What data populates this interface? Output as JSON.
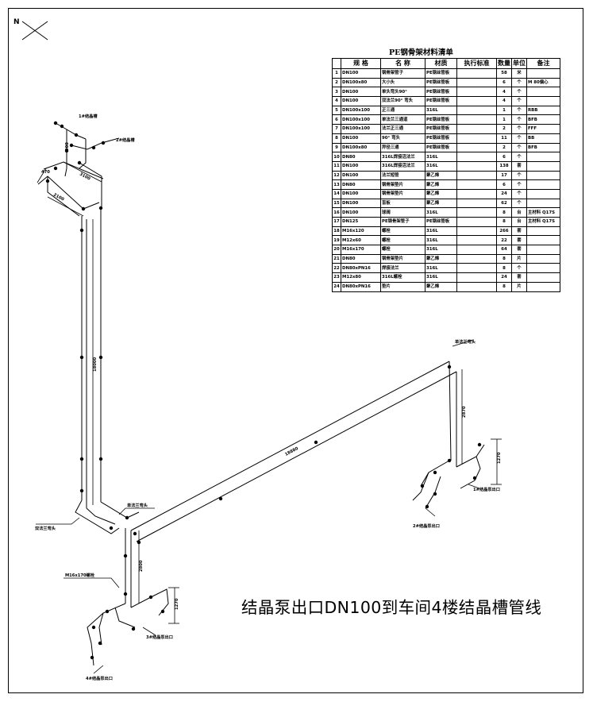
{
  "drawing_title": "结晶泵出口DN100到车间4楼结晶槽管线",
  "north_label": "N",
  "bom": {
    "title": "PE钢骨架材料清单",
    "headers": [
      "",
      "规  格",
      "名  称",
      "材质",
      "执行标准",
      "数量",
      "单位",
      "备注"
    ],
    "rows": [
      [
        "1",
        "DN100",
        "钢骨架管子",
        "PE钢丝管板",
        "",
        "58",
        "米",
        ""
      ],
      [
        "2",
        "DN100x80",
        "大小头",
        "PE钢丝管板",
        "",
        "6",
        "个",
        "M 80偏心"
      ],
      [
        "3",
        "DN100",
        "单头弯头90°",
        "PE钢丝管板",
        "",
        "4",
        "个",
        ""
      ],
      [
        "4",
        "DN100",
        "双法兰90° 弯头",
        "PE钢丝管板",
        "",
        "4",
        "个",
        ""
      ],
      [
        "5",
        "DN100x100",
        "正三通",
        "316L",
        "",
        "1",
        "个",
        "RBB"
      ],
      [
        "6",
        "DN100x100",
        "单法兰三通道",
        "PE钢丝管板",
        "",
        "1",
        "个",
        "BFB"
      ],
      [
        "7",
        "DN100x100",
        "法兰正三通",
        "PE钢丝管板",
        "",
        "2",
        "个",
        "FFF"
      ],
      [
        "8",
        "DN100",
        "90° 弯头",
        "PE钢丝管板",
        "",
        "11",
        "个",
        "BB"
      ],
      [
        "9",
        "DN100x80",
        "异径三通",
        "PE钢丝管板",
        "",
        "2",
        "个",
        "BFB"
      ],
      [
        "10",
        "DN80",
        "316L焊接活法兰",
        "316L",
        "",
        "6",
        "个",
        ""
      ],
      [
        "11",
        "DN100",
        "316L焊接活法兰",
        "316L",
        "",
        "138",
        "套",
        ""
      ],
      [
        "12",
        "DN100",
        "法兰短管",
        "聚乙烯",
        "",
        "17",
        "个",
        ""
      ],
      [
        "13",
        "DN80",
        "钢骨架垫片",
        "聚乙烯",
        "",
        "6",
        "个",
        ""
      ],
      [
        "14",
        "DN100",
        "钢骨架垫片",
        "聚乙烯",
        "",
        "24",
        "个",
        ""
      ],
      [
        "15",
        "DN100",
        "盲板",
        "聚乙烯",
        "",
        "62",
        "个",
        ""
      ],
      [
        "16",
        "DN100",
        "球阀",
        "316L",
        "",
        "8",
        "台",
        "主材料 Q17S"
      ],
      [
        "17",
        "DN125",
        "PE钢骨架管子",
        "PE钢丝管板",
        "",
        "8",
        "台",
        "主材料 Q17S"
      ],
      [
        "18",
        "M16x120",
        "螺栓",
        "316L",
        "",
        "266",
        "套",
        ""
      ],
      [
        "19",
        "M12x60",
        "螺栓",
        "316L",
        "",
        "22",
        "套",
        ""
      ],
      [
        "20",
        "M16x170",
        "螺栓",
        "316L",
        "",
        "64",
        "套",
        ""
      ],
      [
        "21",
        "DN80",
        "钢骨架垫片",
        "聚乙烯",
        "",
        "8",
        "片",
        ""
      ],
      [
        "22",
        "DN80xPN16",
        "焊接法兰",
        "316L",
        "",
        "8",
        "个",
        ""
      ],
      [
        "23",
        "M12x80",
        "316L螺栓",
        "316L",
        "",
        "24",
        "套",
        ""
      ],
      [
        "24",
        "DN80xPN16",
        "垫片",
        "聚乙烯",
        "",
        "8",
        "片",
        ""
      ]
    ]
  },
  "labels": {
    "top_a": "1#结晶槽",
    "top_b": "2#结晶槽",
    "dim_900": "900",
    "dim_470": "470",
    "dim_3100": "3100",
    "dim_2100": "2100",
    "dim_18000": "18000",
    "dim_18880": "18880",
    "dim_2870": "2870",
    "dim_2800": "2800",
    "dim_1270_right": "1270",
    "dim_1270_left": "1270",
    "single_flange_elbow_top": "单法兰弯头",
    "single_flange_elbow_mid": "单法兰弯头",
    "double_flange_elbow": "双法兰弯头",
    "bolt_note": "M16x170螺栓",
    "pump_1": "1#结晶泵出口",
    "pump_2": "2#结晶泵出口",
    "pump_3": "3#结晶泵出口",
    "pump_4": "4#结晶泵出口"
  }
}
